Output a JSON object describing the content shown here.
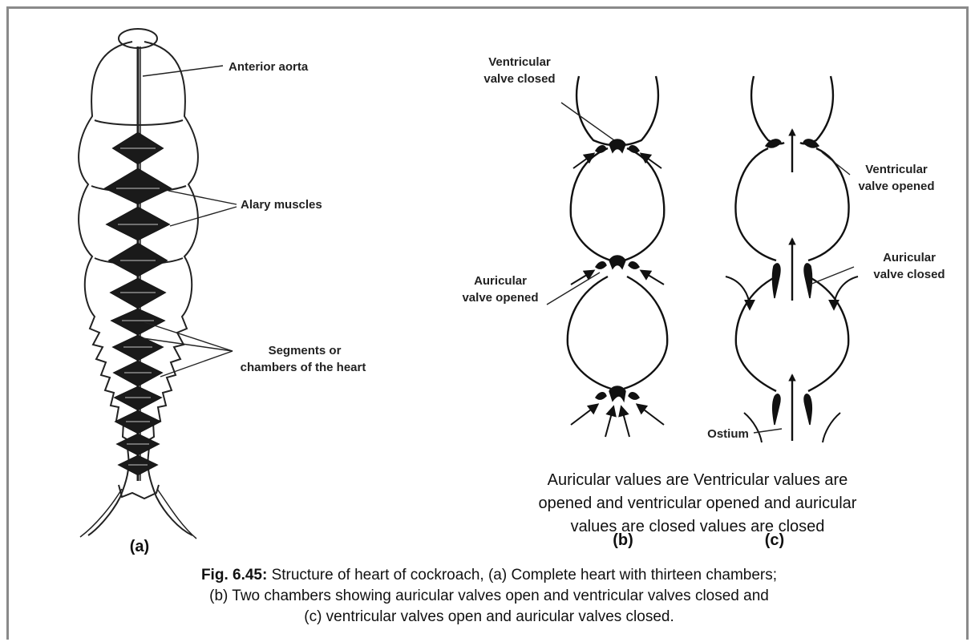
{
  "labels": {
    "anterior_aorta": "Anterior aorta",
    "alary_muscles": "Alary muscles",
    "segments_line1": "Segments or",
    "segments_line2": "chambers of the heart",
    "ventricular_closed_line1": "Ventricular",
    "ventricular_closed_line2": "valve closed",
    "ventricular_opened_line1": "Ventricular",
    "ventricular_opened_line2": "valve opened",
    "auricular_closed_line1": "Auricular",
    "auricular_closed_line2": "valve closed",
    "auricular_opened_line1": "Auricular",
    "auricular_opened_line2": "valve opened",
    "ostium": "Ostium"
  },
  "panels": {
    "a": "(a)",
    "b": "(b)",
    "c": "(c)"
  },
  "sub_description": [
    "Auricular values are Ventricular values are",
    "opened and ventricular opened and auricular",
    "values are closed values are closed"
  ],
  "caption": {
    "fig_label": "Fig. 6.45:",
    "line1": " Structure of heart of cockroach, (a) Complete heart with thirteen chambers;",
    "line2": "(b) Two chambers showing auricular valves open and ventricular valves closed and",
    "line3": "(c) ventricular valves open and auricular valves closed."
  }
}
